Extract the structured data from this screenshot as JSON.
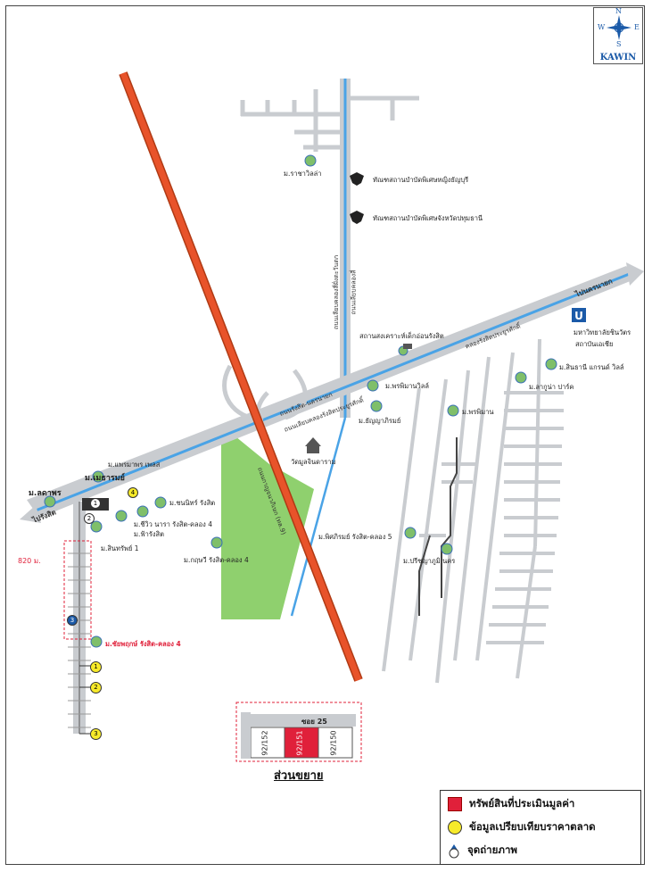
{
  "compass": {
    "n": "N",
    "s": "S",
    "e": "E",
    "w": "W",
    "brand": "KAWIN"
  },
  "roads": {
    "rangsit_left": "ไปรังสิต",
    "nakhon_nayok": "ไปนครนายก",
    "rangsit_nakhon_nayok": "ถนนรังสิต-นครนายก",
    "khlong_rangsit": "ถนนเลียบคลองรังสิตประยูรศักดิ์",
    "khlong_rangsit_right": "คลองรังสิตประยูรศักดิ์",
    "outer_ring": "ถนนกาญจนาภิเษก (ทล.9)",
    "khlong_4_road": "ถนนเลียบคลองสี่ฝั่งตะวันตก",
    "khlong_4_road2": "ถนนเลียบคลองสี่"
  },
  "places": {
    "rachawadee": "ม.ราชาวิลล่า",
    "prison_women": "ทัณฑสถานบำบัดพิเศษหญิงธัญบุรี",
    "prison_pathum": "ทัณฑสถานบำบัดพิเศษจังหวัดปทุมธานี",
    "university": "มหาวิทยาลัยชินวัตร",
    "university2": "สถาบันเอเชีย",
    "welfare": "สถานสงเคราะห์เด็กอ่อนรังสิต",
    "phraphiman_villa": "ม.พรพิมานวิลล์",
    "thanya": "ม.ธัญญาภิรมย์",
    "phraphiman": "ม.พรพิมาน",
    "laguna": "ม.ลากูน่า ปาร์ค",
    "sinthani": "ม.สินธานี แกรนด์ วิลล์",
    "temple": "วัดมูลจินดาราม",
    "praemaphon": "ม.แพรมาพร เพลส",
    "meetharom": "ม.เมธารมย์",
    "ladaphon": "ม.ลดาพร",
    "chonnathee": "ม.ชนนิทร์ รังสิต",
    "shiwin": "ม.ชีวิว นารา รังสิต-คลอง 4",
    "fah_rangsit": "ม.ฟ้ารังสิต",
    "sinsap": "ม.สินทรัพย์ 1",
    "kritsawee": "ม.กฤษวี รังสิต-คลอง 4",
    "phisit": "ม.พิศภิรมย์ รังสิต-คลอง 5",
    "pruksa": "ม.ปรีชญาภูมิ นคร",
    "chaiyaphruek": "ม.ชัยพฤกษ์ รังสิต-คลอง 4",
    "distance": "820 ม."
  },
  "markers": [
    "1",
    "2",
    "3",
    "4"
  ],
  "comparables": [
    "1",
    "2",
    "3"
  ],
  "enlargement": {
    "soi": "ซอย 25",
    "left_lot": "92/152",
    "center_lot": "92/151",
    "right_lot": "92/150",
    "title": "ส่วนขยาย"
  },
  "legend": {
    "subject": "ทรัพย์สินที่ประเมินมูลค่า",
    "compare": "ข้อมูลเปรียบเทียบราคาตลาด",
    "photo": "จุดถ่ายภาพ",
    "subject_color": "#e0203a",
    "compare_color": "#f7ea2a",
    "photo_color": "#1b5aa8"
  },
  "colors": {
    "main_road": "#c9ccd0",
    "expressway": "#e8532a",
    "canal": "#4aa3e6",
    "park": "#8fd06e"
  }
}
